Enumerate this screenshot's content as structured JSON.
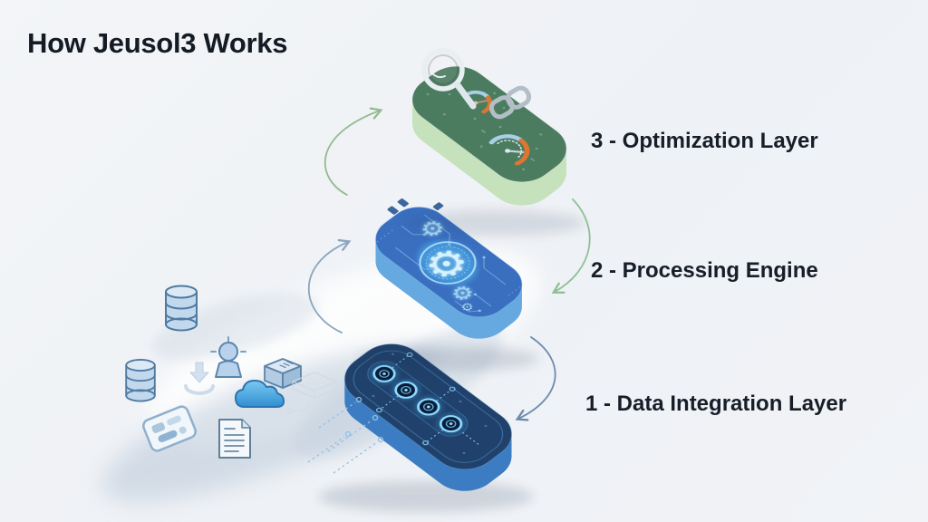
{
  "title": "How Jeusol3 Works",
  "steps": [
    {
      "number": "1",
      "label": "Data Integration Layer",
      "display": "1 - Data Integration Layer",
      "block": "data-integration-block",
      "block_top_color": "#152f52",
      "block_side_color": "#2563a8"
    },
    {
      "number": "2",
      "label": "Processing Engine",
      "display": "2 - Processing Engine",
      "block": "processing-block",
      "block_top_color": "#24539b",
      "block_side_color": "#2f6cb0"
    },
    {
      "number": "3",
      "label": "Optimization Layer",
      "display": "3 - Optimization Layer",
      "block": "optimization-block",
      "block_top_color": "#2f5554",
      "block_side_color": "#8fbb90"
    }
  ],
  "blocks": {
    "optimization": {
      "icons": [
        "magnifier-icon",
        "link-icon",
        "gauge-icon",
        "speedometer-icon"
      ],
      "gauge_arc_colors": {
        "blue": "#a8cfe8",
        "orange": "#dd7630"
      }
    },
    "processing": {
      "icons": [
        "gear-icon",
        "small-gear-icon",
        "circuit-trace"
      ],
      "glow_color": "#8fd6ff"
    },
    "data_integration": {
      "icons": [
        "node-ring-icon",
        "dotted-trace"
      ],
      "node_ring_color": "#8fd9ff"
    }
  },
  "source_icons": [
    "database-icon",
    "user-icon",
    "database-icon",
    "chip-icon",
    "cloud-icon",
    "funnel-arrow-icon",
    "dashboard-card-icon",
    "document-icon"
  ],
  "arrows": {
    "up_to_optimization": "#92bb90",
    "up_to_processing": "#8aa5bf",
    "down_from_optimization": "#8fc094",
    "down_from_processing": "#6d8bab"
  },
  "colors": {
    "background": "#eef1f5",
    "text": "#171e28",
    "swoosh": "#b6c5d6"
  }
}
